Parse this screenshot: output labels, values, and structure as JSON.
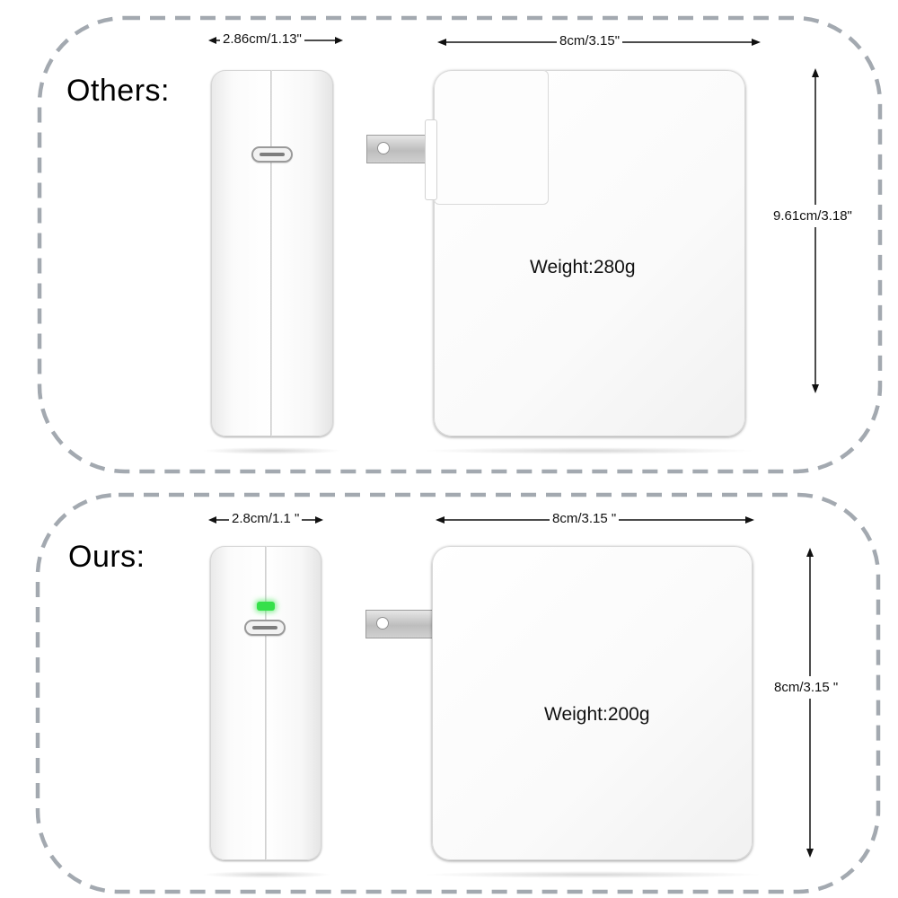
{
  "others": {
    "title": "Others:",
    "side_width_label": "2.86cm/1.13\"",
    "front_width_label": "8cm/3.15\"",
    "height_label": "9.61cm/3.18\"",
    "weight_label": "Weight:280g"
  },
  "ours": {
    "title": "Ours:",
    "side_width_label": "2.8cm/1.1 \"",
    "front_width_label": "8cm/3.15 \"",
    "height_label": "8cm/3.15 \"",
    "weight_label": "Weight:200g"
  },
  "colors": {
    "dashed_border": "#a3a9b0",
    "led": "#35e04a",
    "text": "#111111"
  },
  "icons": [
    "usb-c-port-icon",
    "plug-prong-icon",
    "power-led-icon"
  ]
}
